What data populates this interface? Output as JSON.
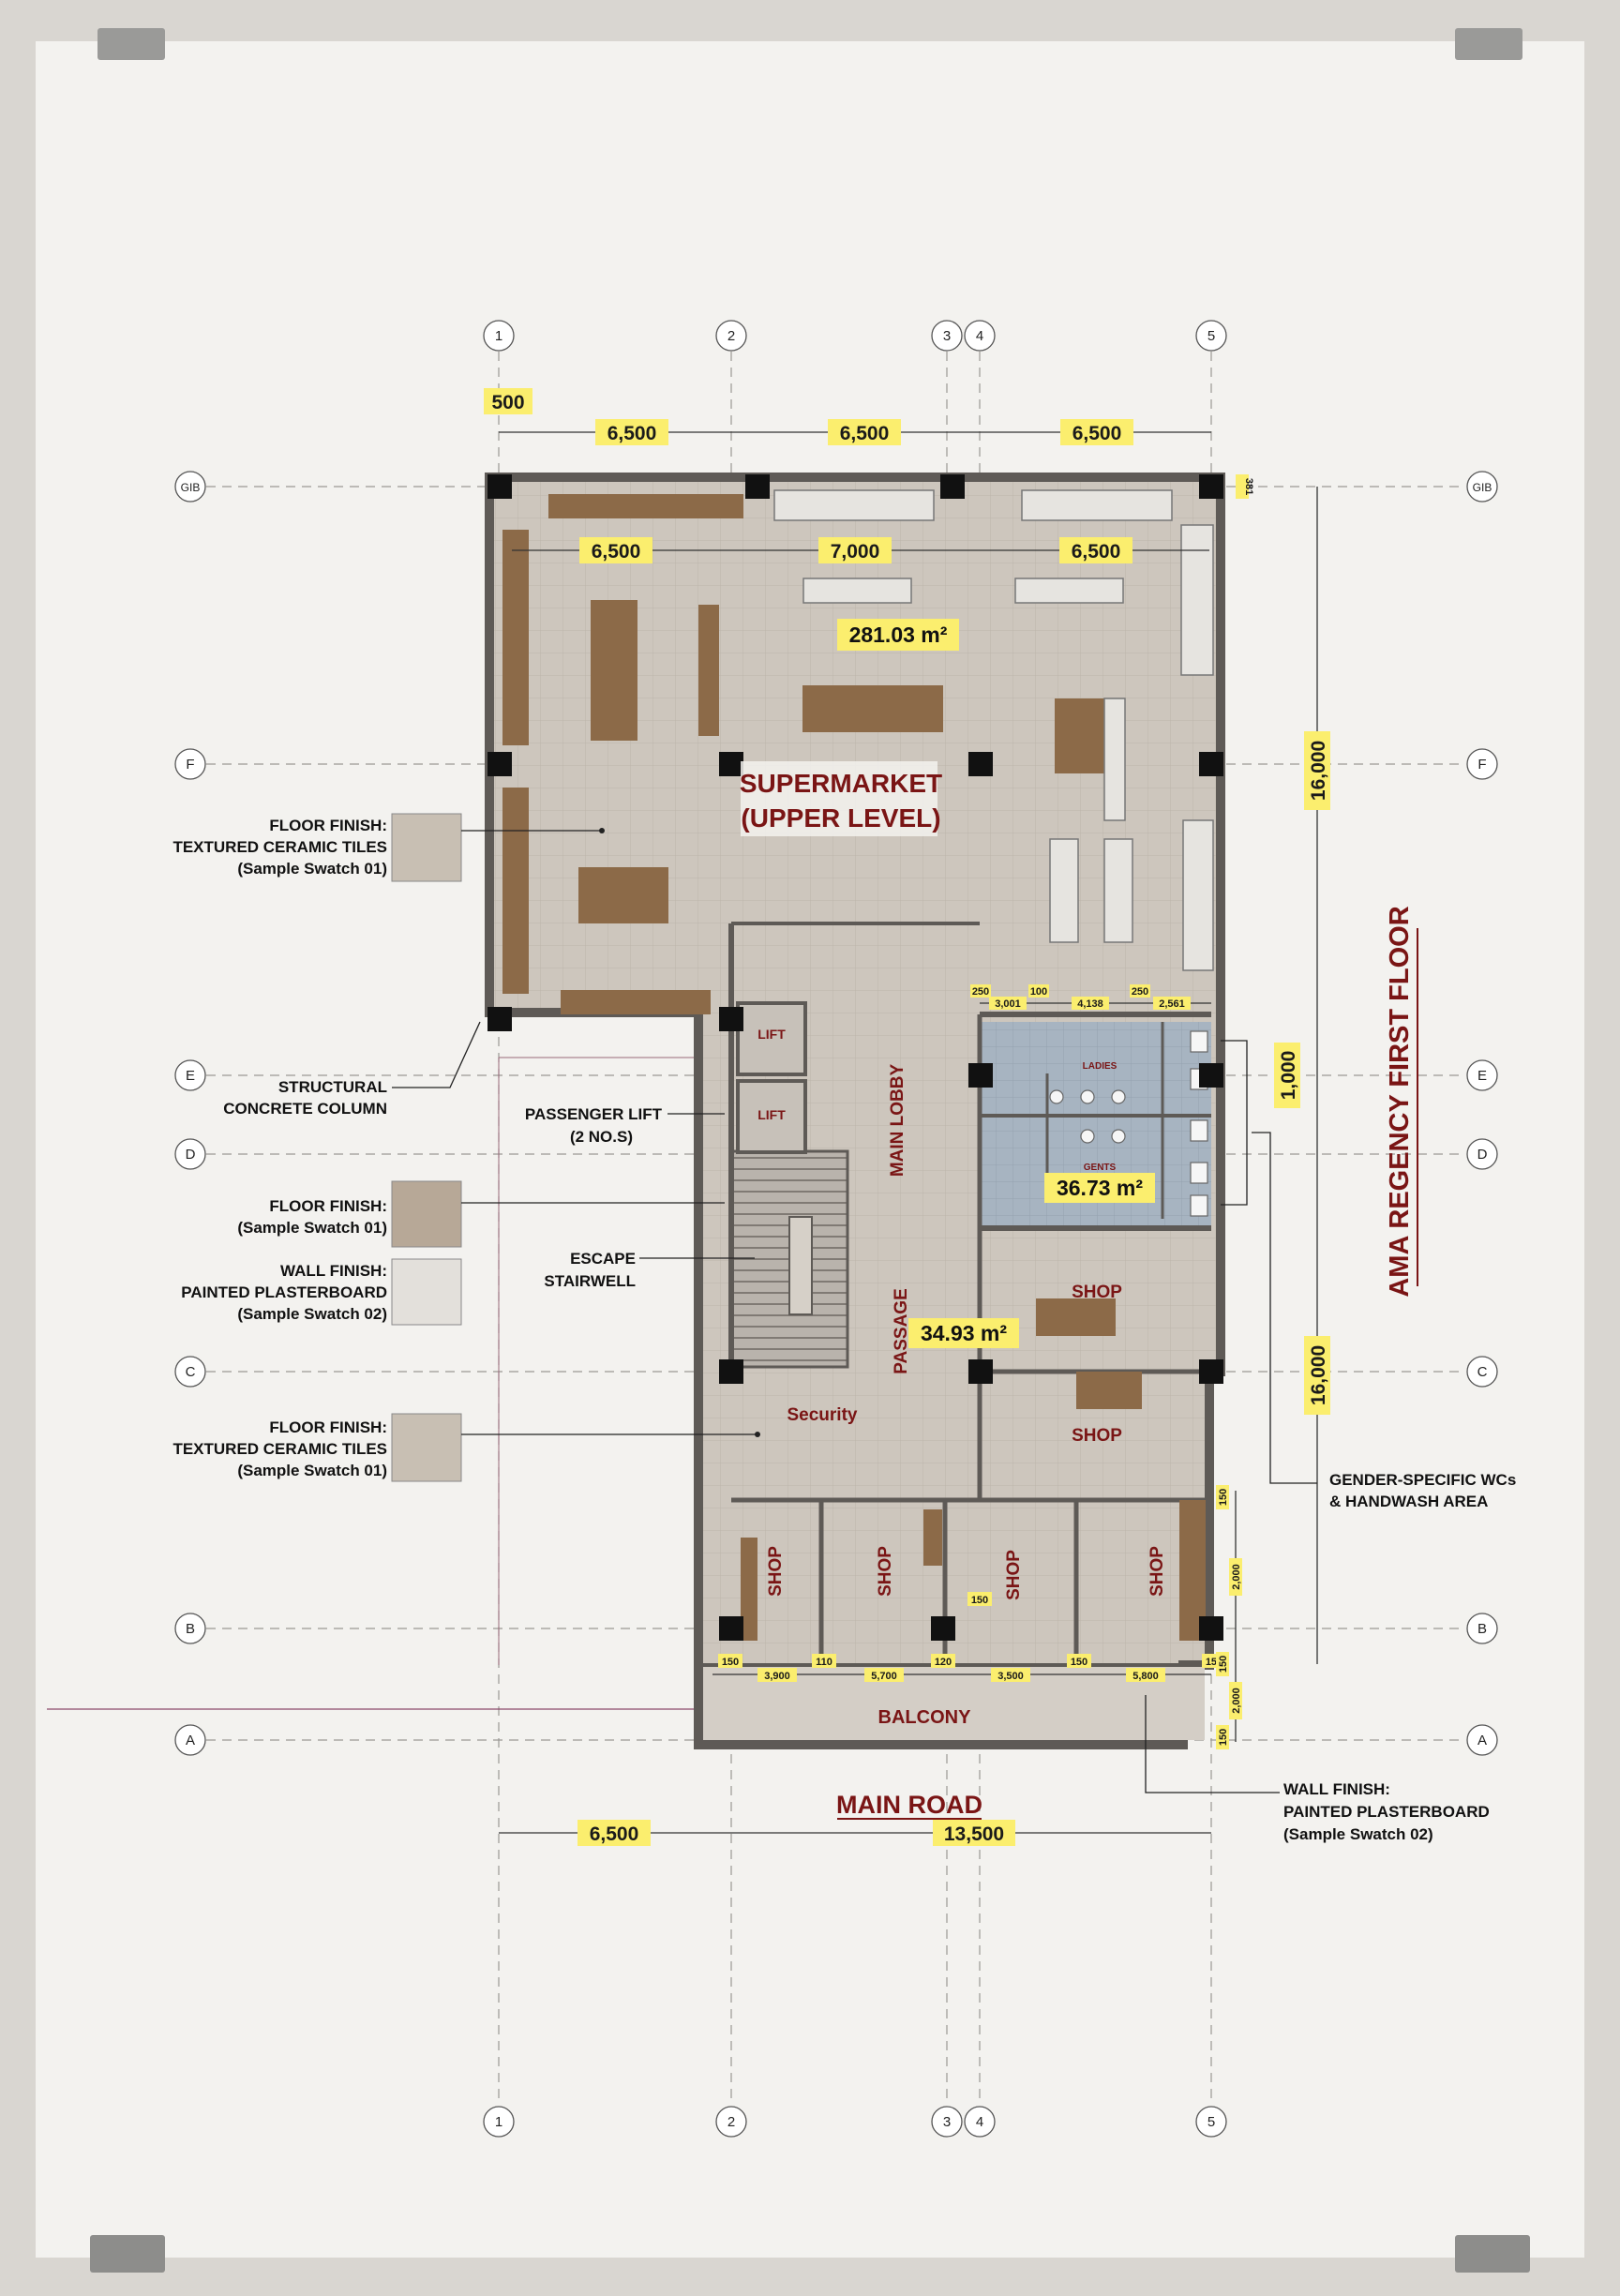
{
  "grid_lines": {
    "columns": [
      "1",
      "2",
      "3",
      "4",
      "5"
    ],
    "rows": [
      "GIB",
      "F",
      "E",
      "D",
      "C",
      "B",
      "A"
    ]
  },
  "dimensions": {
    "offset_top": "500",
    "top_bays": [
      "6,500",
      "6,500",
      "6,500"
    ],
    "inner_bays": [
      "6,500",
      "7,000",
      "6,500"
    ],
    "right_upper": "16,000",
    "right_lower": "16,000",
    "right_mid": "1,000",
    "bottom_left": "6,500",
    "bottom_total": "13,500",
    "wc_dims": [
      "250",
      "3,001",
      "100",
      "4,138",
      "250",
      "2,561"
    ],
    "shop_dims": [
      "150",
      "3,900",
      "110",
      "5,700",
      "120",
      "3,500",
      "150",
      "5,800",
      "150"
    ],
    "shop_mid": "150",
    "side_dims": [
      "150",
      "2,000",
      "150",
      "2,000",
      "150"
    ],
    "gib_right": "381"
  },
  "areas": {
    "supermarket": "281.03 m²",
    "wc": "36.73 m²",
    "passage": "34.93 m²"
  },
  "rooms": {
    "supermarket_1": "SUPERMARKET",
    "supermarket_2": "(UPPER LEVEL)",
    "lift": "LIFT",
    "main_lobby": "MAIN LOBBY",
    "passage": "PASSAGE",
    "ladies": "LADIES",
    "gents": "GENTS",
    "shop": "SHOP",
    "security": "Security",
    "balcony": "BALCONY",
    "main_road": "MAIN ROAD"
  },
  "title": "AMA REGENCY FIRST FLOOR",
  "callouts": {
    "floor_tiles_1": [
      "FLOOR FINISH:",
      "TEXTURED CERAMIC TILES",
      "(Sample Swatch 01)"
    ],
    "column": [
      "STRUCTURAL",
      "CONCRETE COLUMN"
    ],
    "lift": [
      "PASSENGER LIFT",
      "(2 NO.S)"
    ],
    "floor_finish": [
      "FLOOR FINISH:",
      "(Sample Swatch 01)"
    ],
    "wall_finish_left": [
      "WALL FINISH:",
      "PAINTED PLASTERBOARD",
      "(Sample Swatch 02)"
    ],
    "stair": [
      "ESCAPE",
      "STAIRWELL"
    ],
    "floor_tiles_2": [
      "FLOOR FINISH:",
      "TEXTURED CERAMIC TILES",
      "(Sample Swatch 01)"
    ],
    "wc": [
      "GENDER-SPECIFIC WCs",
      "& HANDWASH AREA"
    ],
    "wall_finish_right": [
      "WALL FINISH:",
      "PAINTED PLASTERBOARD",
      "(Sample Swatch 02)"
    ]
  },
  "colors": {
    "paper": "#f2f1ee",
    "floor": "#cfc8bf",
    "wall": "#5e5a56",
    "column": "#111111",
    "dim_highlight": "#fbee6e",
    "room_label": "#7a1515",
    "wc_floor": "#a9b6c2"
  }
}
